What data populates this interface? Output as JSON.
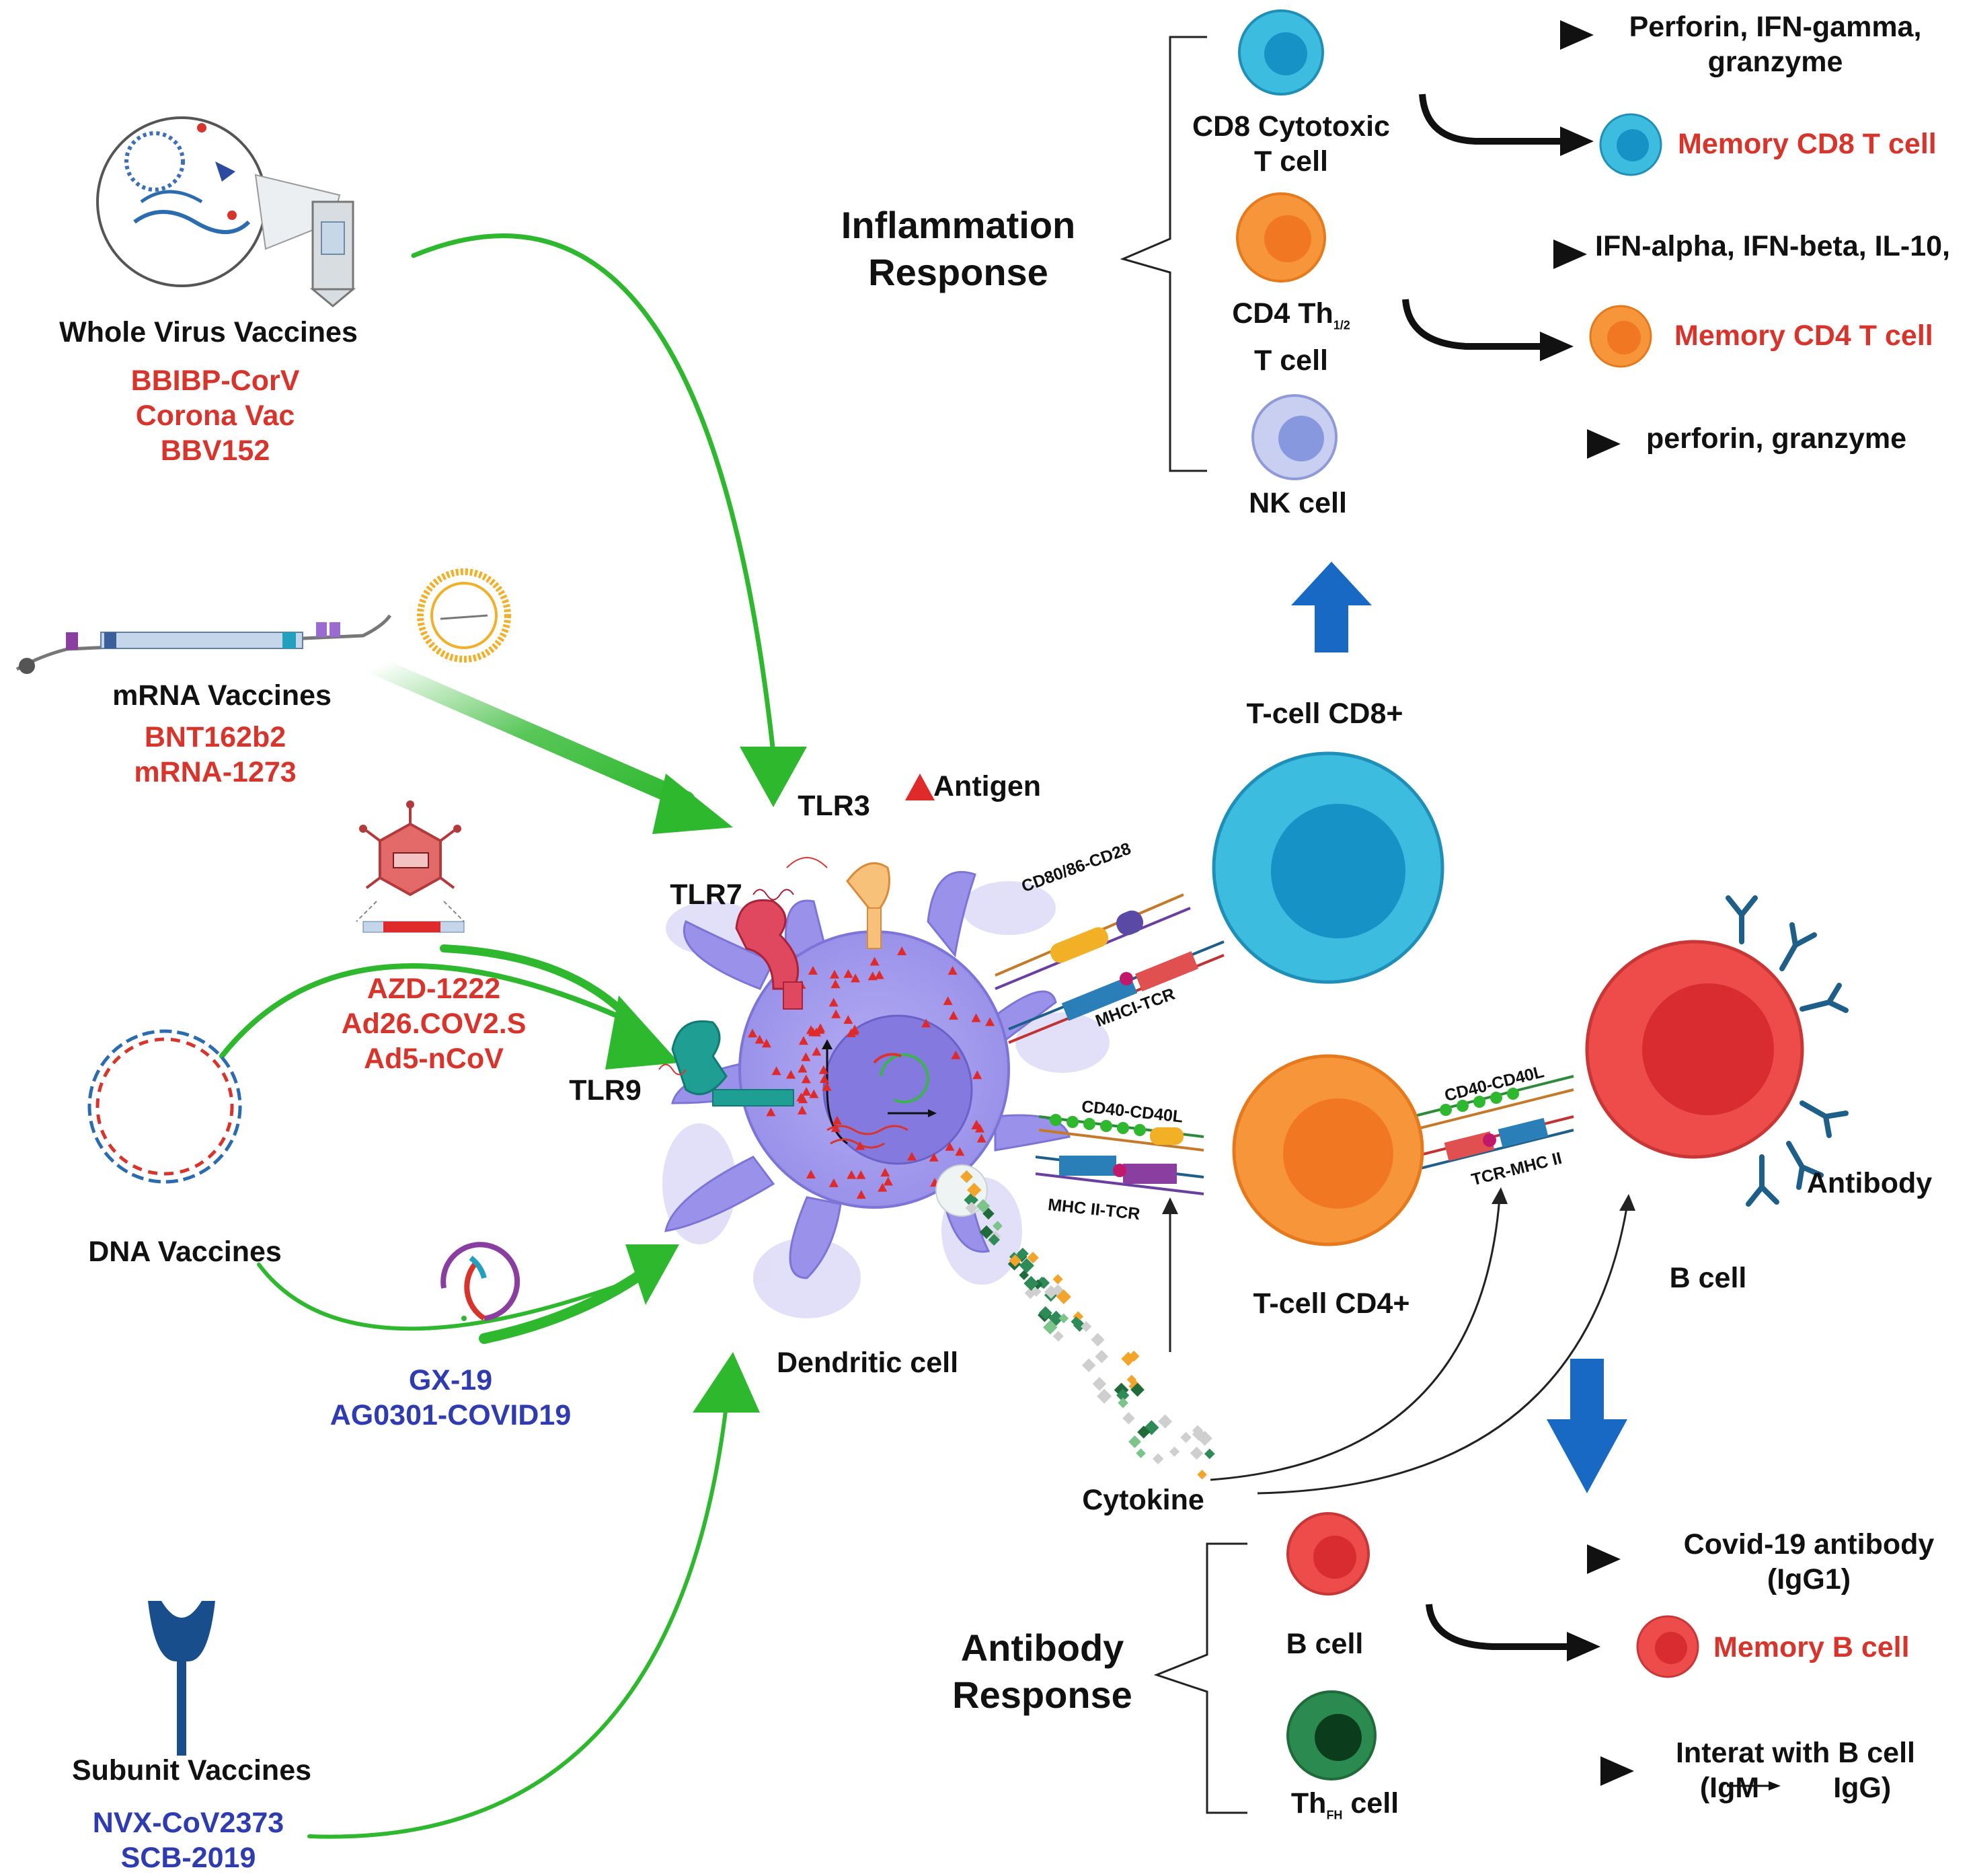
{
  "vaccines": {
    "whole_virus": {
      "title": "Whole Virus Vaccines",
      "examples": [
        "BBIBP-CorV",
        "Corona Vac",
        "BBV152"
      ]
    },
    "mrna": {
      "title": "mRNA Vaccines",
      "examples": [
        "BNT162b2",
        "mRNA-1273"
      ]
    },
    "adenovirus": {
      "examples": [
        "AZD-1222",
        "Ad26.COV2.S",
        "Ad5-nCoV"
      ]
    },
    "dna": {
      "title": "DNA Vaccines",
      "examples": [
        "GX-19",
        "AG0301-COVID19"
      ]
    },
    "subunit": {
      "title": "Subunit Vaccines",
      "examples": [
        "NVX-CoV2373",
        "SCB-2019"
      ]
    }
  },
  "receptors": {
    "tlr3": "TLR3",
    "tlr7": "TLR7",
    "tlr9": "TLR9",
    "antigen": "Antigen"
  },
  "center": {
    "dendritic_cell": "Dendritic cell",
    "cytokine": "Cytokine",
    "tcell_cd8": "T-cell CD8+",
    "tcell_cd4": "T-cell CD4+",
    "b_cell": "B cell",
    "antibody": "Antibody",
    "synapse_labels": {
      "cd80": "CD80/86-CD28",
      "mhci_tcr": "MHCI-TCR",
      "cd40_left": "CD40-CD40L",
      "mhcii_tcr": "MHC II-TCR",
      "cd40_right": "CD40-CD40L",
      "tcr_mhcii": "TCR-MHC II"
    }
  },
  "inflammation": {
    "title_lines": [
      "Inflammation",
      "Response"
    ],
    "cd8": {
      "label_lines": [
        "CD8 Cytotoxic",
        "T cell"
      ],
      "product_lines": [
        "Perforin, IFN-gamma,",
        "granzyme"
      ],
      "memory": "Memory CD8 T cell"
    },
    "cd4": {
      "label_main": "CD4 Th",
      "label_sub": "1/2",
      "label_line2": "T cell",
      "product": "IFN-alpha, IFN-beta, IL-10,",
      "memory": "Memory CD4 T cell"
    },
    "nk": {
      "label": "NK cell",
      "product": "perforin, granzyme"
    }
  },
  "antibody_response": {
    "title_lines": [
      "Antibody",
      "Response"
    ],
    "b": {
      "label": "B cell",
      "product_lines": [
        "Covid-19 antibody",
        "(IgG1)"
      ],
      "memory": "Memory B cell"
    },
    "tfh": {
      "label_main": "Th",
      "label_sub": "FH",
      "label_end": " cell",
      "product_line1": "Interat with B cell",
      "product_left": "(IgM",
      "product_right": "IgG)"
    }
  },
  "colors": {
    "green_arrow": "#2db82d",
    "cd8_cell": "#3cbde0",
    "cd4_cell": "#f7953a",
    "b_cell": "#ee4b4b",
    "nk_cell": "#aeb8e6",
    "tfh_cell": "#1f6b3a",
    "dendritic": "#9a92ea",
    "antigen": "#e02a2a",
    "label_red": "#d9342b",
    "label_blue": "#2f3bb0",
    "big_arrow_blue": "#1769c4"
  }
}
